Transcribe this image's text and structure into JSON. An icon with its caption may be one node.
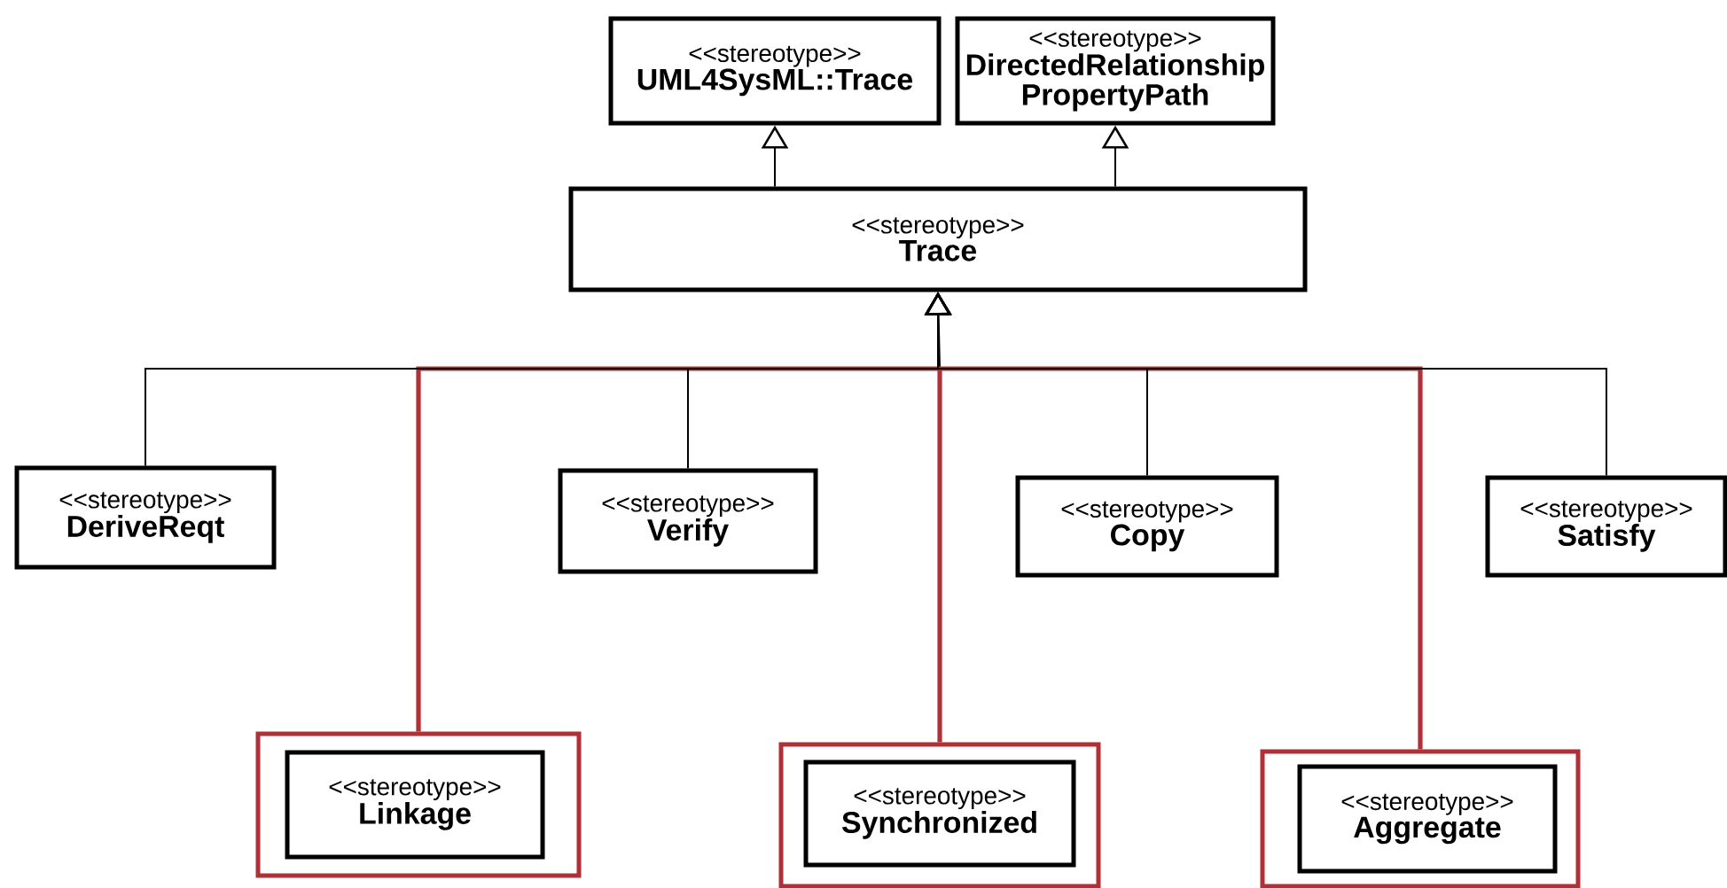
{
  "diagram": {
    "nodes": [
      {
        "text": [
          "<<stereotype>>",
          "UML4SysML::Trace"
        ]
      },
      {
        "text": [
          "<<stereotype>>",
          "DirectedRelationship PropertyPath"
        ]
      },
      {
        "text": [
          "<<stereotype>>",
          "Trace"
        ]
      },
      {
        "text": [
          "<<stereotype>>",
          "DeriveReqt"
        ]
      },
      {
        "text": [
          "<<stereotype>>",
          "Verify"
        ]
      },
      {
        "text": [
          "<<stereotype>>",
          "Copy"
        ]
      },
      {
        "text": [
          "<<stereotype>>",
          "Satisfy"
        ]
      },
      {
        "text": [],
        "shape": "box"
      },
      {
        "text": [
          "<<stereotype>>",
          "Linkage"
        ],
        "in": 7
      },
      {
        "text": [],
        "shape": "box"
      },
      {
        "text": [
          "<<stereotype>>",
          "Synchronized"
        ],
        "in": 9
      },
      {
        "text": [],
        "shape": "box"
      },
      {
        "text": [
          "<<stereotype>>",
          "Aggregate"
        ],
        "in": 11
      }
    ],
    "edges": [
      {
        "from": 2,
        "to": 0,
        "arrow": "to"
      },
      {
        "from": 2,
        "to": 1,
        "arrow": "to"
      },
      {
        "from": 7,
        "to": 2,
        "arrow": "to",
        "style": "thick",
        "color": "#b03038"
      },
      {
        "from": 9,
        "to": 2,
        "arrow": "to",
        "style": "thick",
        "color": "#b03038"
      },
      {
        "from": 11,
        "to": 2,
        "arrow": "to",
        "style": "thick",
        "color": "#b03038"
      },
      {
        "from": 3,
        "to": 2,
        "arrow": "to"
      },
      {
        "from": 4,
        "to": 2,
        "arrow": "to"
      },
      {
        "from": 5,
        "to": 2,
        "arrow": "to"
      },
      {
        "from": 6,
        "to": 2,
        "arrow": "to"
      }
    ]
  }
}
